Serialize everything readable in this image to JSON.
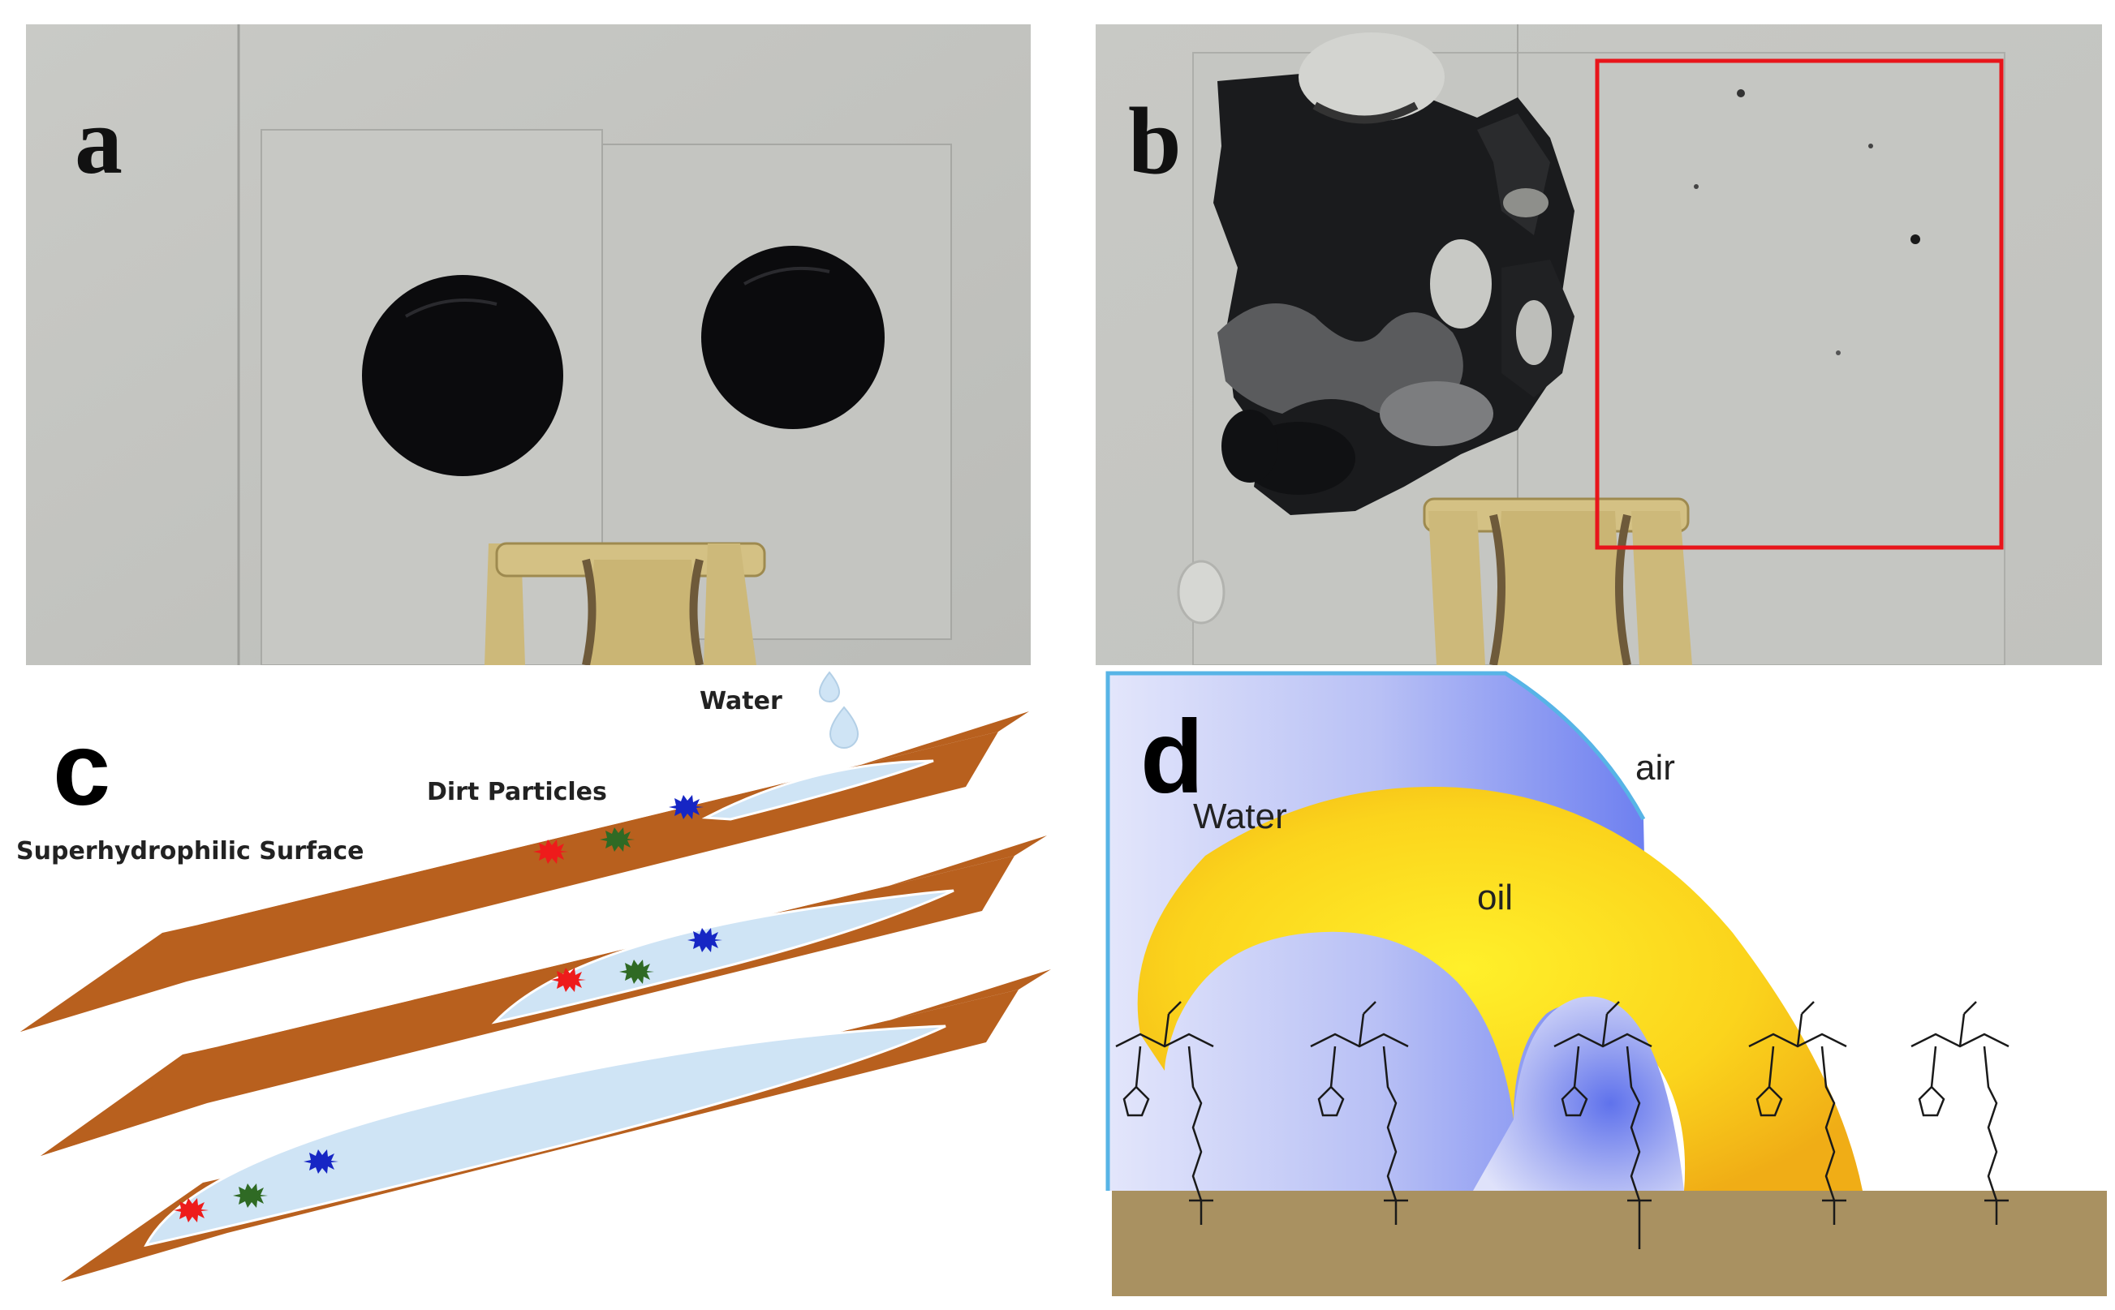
{
  "panels": {
    "a": {
      "letter": "a"
    },
    "b": {
      "letter": "b"
    },
    "c": {
      "letter": "c",
      "labels": {
        "water": "Water",
        "dirt_particles": "Dirt Particles",
        "surface": "Superhydrophilic Surface"
      }
    },
    "d": {
      "letter": "d",
      "labels": {
        "water": "Water",
        "air": "air",
        "oil": "oil"
      }
    }
  },
  "colors": {
    "photo_background": "#c3c4c0",
    "oil_droplet": "#0b0b0d",
    "binder_clip": "#cdb97a",
    "highlight_box": "#e8151b",
    "plate": "#b8601e",
    "water_film": "#cfe4f5",
    "particle_red": "#ee1b1b",
    "particle_green": "#2f6a24",
    "particle_blue": "#1626c4",
    "oil_layer": "#fbd21a",
    "water_layer": "#8f9cf0",
    "substrate": "#a99161"
  }
}
